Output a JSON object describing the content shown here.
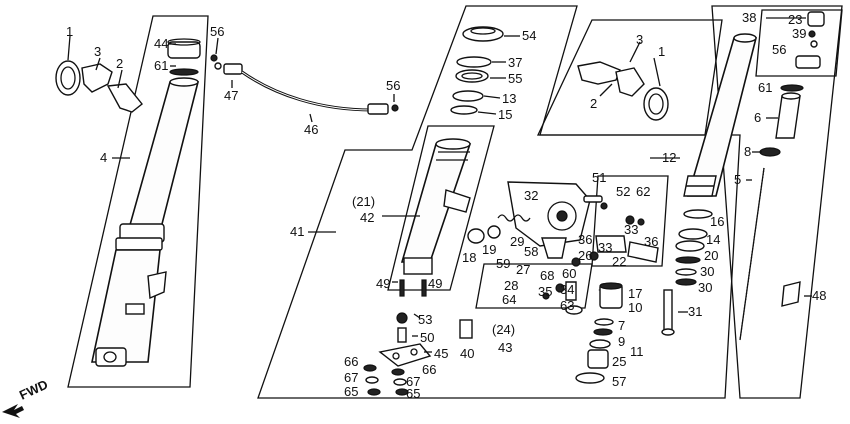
{
  "fwd_label": "FWD",
  "labels": {
    "l1a": "1",
    "l3a": "3",
    "l2a": "2",
    "l4": "4",
    "l44": "44",
    "l61a": "61",
    "l56a": "56",
    "l47": "47",
    "l46": "46",
    "l56b": "56",
    "l54": "54",
    "l37": "37",
    "l55": "55",
    "l13": "13",
    "l15": "15",
    "l41": "41",
    "l21": "(21)",
    "l42": "42",
    "l49a": "49",
    "l49b": "49",
    "l53": "53",
    "l50": "50",
    "l45": "45",
    "l66a": "66",
    "l66b": "66",
    "l67a": "67",
    "l67b": "67",
    "l65a": "65",
    "l65b": "65",
    "l40": "40",
    "l24": "(24)",
    "l43": "43",
    "l32": "32",
    "l51": "51",
    "l52": "52",
    "l62": "62",
    "l33a": "33",
    "l18": "18",
    "l19": "19",
    "l29": "29",
    "l58": "58",
    "l36a": "36",
    "l33b": "33",
    "l36b": "36",
    "l59": "59",
    "l27": "27",
    "l68": "68",
    "l60": "60",
    "l26": "26",
    "l22": "22",
    "l28": "28",
    "l35": "35",
    "l64": "64",
    "l34": "34",
    "l63": "63",
    "l17": "17",
    "l10": "10",
    "l7": "7",
    "l9": "9",
    "l11": "11",
    "l25": "25",
    "l57": "57",
    "l3b": "3",
    "l1b": "1",
    "l2b": "2",
    "l12": "12",
    "l16": "16",
    "l14": "14",
    "l20": "20",
    "l30a": "30",
    "l30b": "30",
    "l31": "31",
    "l38": "38",
    "l23": "23",
    "l39": "39",
    "l56c": "56",
    "l61b": "61",
    "l6": "6",
    "l8": "8",
    "l5": "5",
    "l48": "48"
  }
}
